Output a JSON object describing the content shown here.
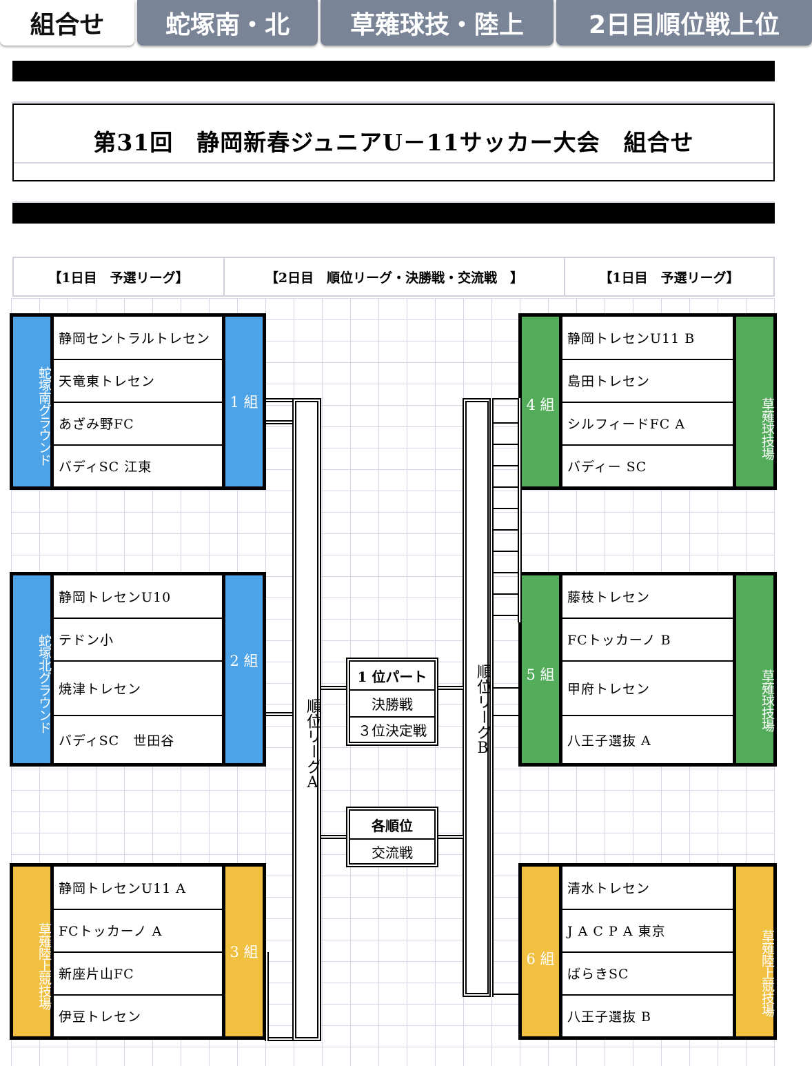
{
  "tabs": [
    {
      "label": "組合せ",
      "active": true
    },
    {
      "label": "蛇塚南・北",
      "active": false
    },
    {
      "label": "草薙球技・陸上",
      "active": false
    },
    {
      "label": "2日目順位戦上位",
      "active": false
    }
  ],
  "title": "第31回　静岡新春ジュニアU－11サッカー大会　組合せ",
  "section_headers": {
    "left": "【1日目　予選リーグ】",
    "center": "【2日目　順位リーグ・決勝戦・交流戦　】",
    "right": "【1日目　予選リーグ】"
  },
  "groups": [
    {
      "label": "1 組",
      "venue": "蛇塚南グラウンド",
      "color": "#4ca3e7",
      "teams": [
        "静岡セントラルトレセン",
        "天竜東トレセン",
        "あざみ野FC",
        "バディSC 江東"
      ]
    },
    {
      "label": "2 組",
      "venue": "蛇塚北グラウンド",
      "color": "#4ca3e7",
      "teams": [
        "静岡トレセンU10",
        "テドン小",
        "焼津トレセン",
        "バディSC　世田谷"
      ]
    },
    {
      "label": "3 組",
      "venue": "草薙陸上競技場",
      "color": "#f2c040",
      "teams": [
        "静岡トレセンU11 A",
        "FCトッカーノ A",
        "新座片山FC",
        "伊豆トレセン"
      ]
    },
    {
      "label": "4 組",
      "venue": "草薙球技場",
      "color": "#52ac5a",
      "teams": [
        "静岡トレセンU11 B",
        "島田トレセン",
        "シルフィードFC A",
        "バディー SC"
      ]
    },
    {
      "label": "5 組",
      "venue": "草薙球技場",
      "color": "#52ac5a",
      "teams": [
        "藤枝トレセン",
        "FCトッカーノ B",
        "甲府トレセン",
        "八王子選抜 A"
      ]
    },
    {
      "label": "6 組",
      "venue": "草薙陸上競技場",
      "color": "#f2c040",
      "teams": [
        "清水トレセン",
        "J A C P A 東京",
        "ばらきSC",
        "八王子選抜 B"
      ]
    }
  ],
  "league_a": "順位リーグA",
  "league_b": "順位リーグB",
  "final_box": {
    "header": "1 位パート",
    "final": "決勝戦",
    "third": "３位決定戦"
  },
  "exchange_box": {
    "header": "各順位",
    "match": "交流戦"
  }
}
